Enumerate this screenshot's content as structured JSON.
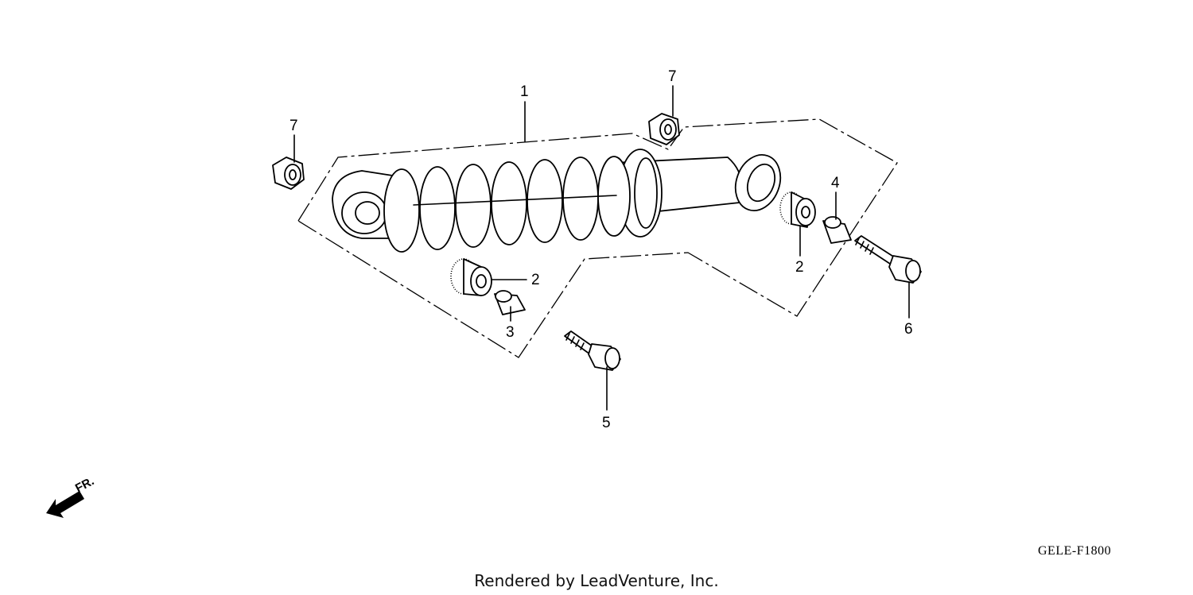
{
  "diagram": {
    "callouts": {
      "p1": "1",
      "p2a": "2",
      "p2b": "2",
      "p3": "3",
      "p4": "4",
      "p5": "5",
      "p6": "6",
      "p7a": "7",
      "p7b": "7"
    },
    "direction_label": "FR.",
    "diagram_code": "GELE-F1800",
    "credit": "Rendered by LeadVenture, Inc."
  }
}
